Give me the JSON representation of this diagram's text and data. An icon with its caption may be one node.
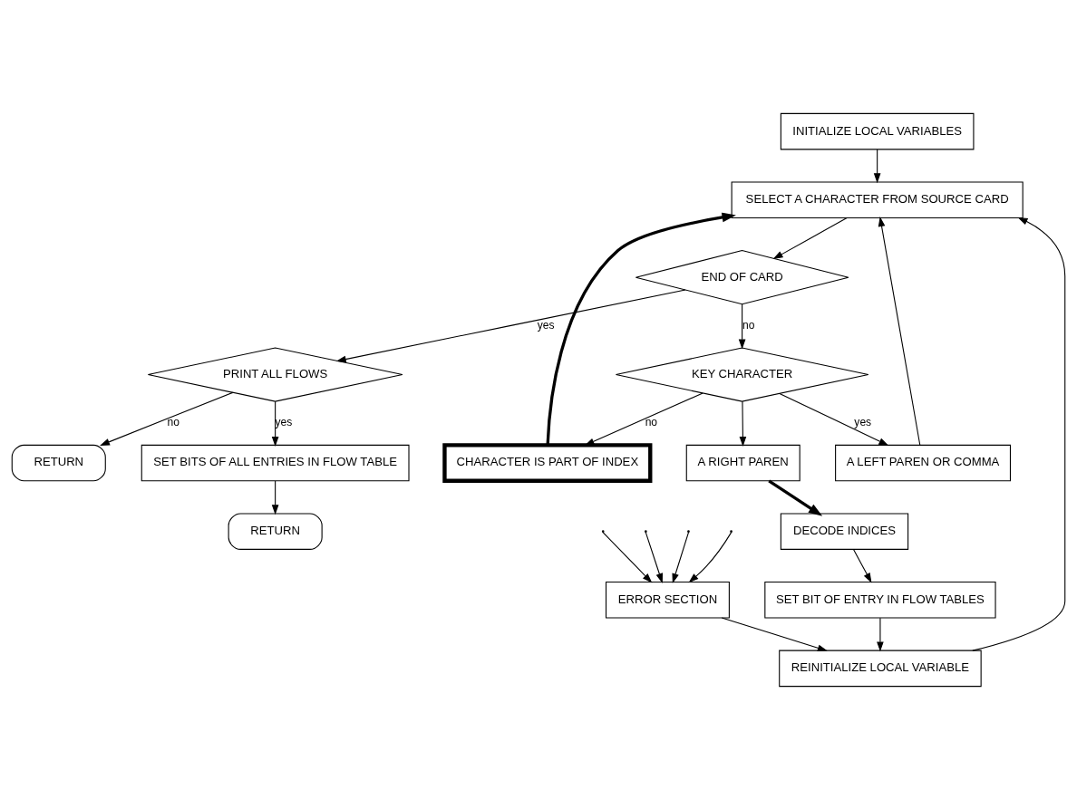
{
  "diagram": {
    "nodes": [
      {
        "text": [
          "INITIALIZE LOCAL VARIABLES"
        ]
      },
      {
        "text": [
          "SELECT A CHARACTER FROM SOURCE CARD"
        ]
      },
      {
        "text": [
          "END OF CARD"
        ]
      },
      {
        "text": [
          "PRINT ALL FLOWS"
        ]
      },
      {
        "text": [
          "SET BITS OF ALL ENTRIES IN FLOW TABLE"
        ]
      },
      {
        "text": [
          "RETURN"
        ]
      },
      {
        "text": [
          "RETURN"
        ]
      },
      {
        "text": [
          "ERROR SECTION"
        ]
      },
      {
        "text": [
          "CHARACTER IS PART OF INDEX"
        ]
      },
      {
        "text": [
          "KEY CHARACTER"
        ]
      },
      {
        "text": [
          "A LEFT PAREN OR COMMA"
        ]
      },
      {
        "text": [
          "A RIGHT PAREN"
        ]
      },
      {
        "text": [
          "REINITIALIZE LOCAL VARIABLE"
        ]
      },
      {
        "text": [
          "SET BIT OF ENTRY IN FLOW TABLES"
        ]
      },
      {
        "text": [
          "DECODE INDICES"
        ]
      }
    ],
    "edges": [
      {
        "from": 0,
        "to": 1,
        "arrow": "to"
      },
      {
        "from": 12,
        "to": 1,
        "arrow": "to"
      },
      {
        "from": 1,
        "to": 2,
        "arrow": "to"
      },
      {
        "from": 2,
        "to": 3,
        "label": "yes",
        "arrow": "to"
      },
      {
        "from": 3,
        "to": 4,
        "label": "yes",
        "arrow": "to"
      },
      {
        "from": 3,
        "to": 5,
        "label": "no",
        "arrow": "to"
      },
      {
        "from": 4,
        "to": 6,
        "arrow": "to"
      },
      {
        "from": 2,
        "to": 9,
        "label": "no",
        "arrow": "to"
      },
      {
        "from": 9,
        "to": 8,
        "label": "no",
        "arrow": "to"
      },
      {
        "from": 8,
        "to": 1,
        "arrow": "to",
        "style": "thick"
      },
      {
        "from": 9,
        "to": 10,
        "label": "yes",
        "arrow": "to"
      },
      {
        "from": 9,
        "to": 11,
        "arrow": "to"
      },
      {
        "from": 10,
        "to": 1,
        "arrow": "to"
      },
      {
        "from": 11,
        "to": 14,
        "arrow": "to",
        "style": "thick"
      },
      {
        "from": 14,
        "to": 13,
        "arrow": "to"
      },
      {
        "from": 13,
        "to": 12,
        "arrow": "to"
      },
      {
        "from": 7,
        "to": 12,
        "arrow": "to"
      },
      {
        "from": null,
        "to": 7,
        "arrow": "to"
      },
      {
        "from": null,
        "to": 7,
        "arrow": "to"
      },
      {
        "from": null,
        "to": 7,
        "arrow": "to"
      },
      {
        "from": null,
        "to": 7,
        "arrow": "to"
      }
    ]
  }
}
